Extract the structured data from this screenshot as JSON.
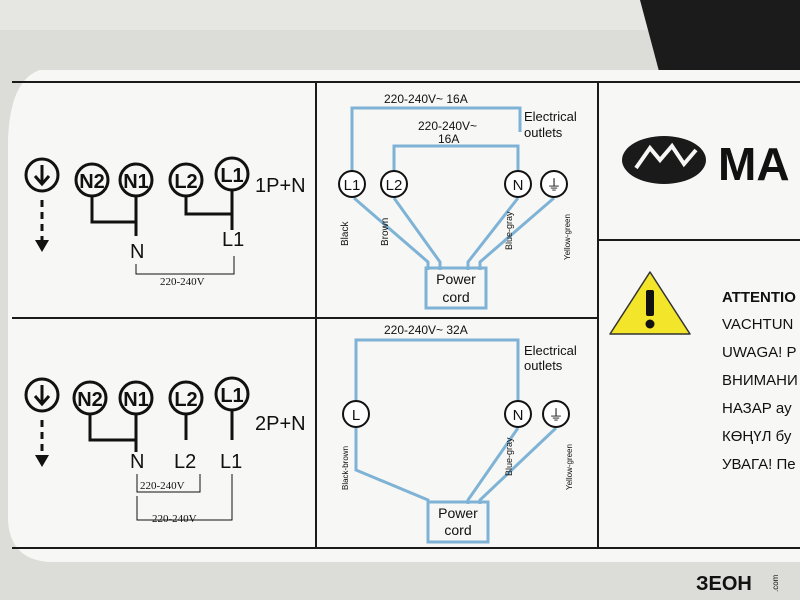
{
  "panel_1p": {
    "terminals": [
      "N2",
      "N1",
      "L2",
      "L1"
    ],
    "mode": "1P+N",
    "out_n": "N",
    "out_l": "L1",
    "voltage": "220-240V"
  },
  "panel_2p": {
    "terminals": [
      "N2",
      "N1",
      "L2",
      "L1"
    ],
    "mode": "2P+N",
    "out_n": "N",
    "out_l2": "L2",
    "out_l1": "L1",
    "voltage_a": "220-240V",
    "voltage_b": "220-240V"
  },
  "diagram_1p": {
    "rating_outer": "220-240V~ 16A",
    "rating_inner_1": "220-240V~",
    "rating_inner_2": "16A",
    "outlets_1": "Electrical",
    "outlets_2": "outlets",
    "terminals": [
      "L1",
      "L2",
      "N",
      "⏚"
    ],
    "wires": [
      "Black",
      "Brown",
      "Blue-gray",
      "Yellow-green"
    ],
    "cord_1": "Power",
    "cord_2": "cord"
  },
  "diagram_2p": {
    "rating": "220-240V~ 32A",
    "outlets_1": "Electrical",
    "outlets_2": "outlets",
    "terminals": [
      "L",
      "N",
      "⏚"
    ],
    "wires": [
      "Black-brown",
      "Blue-gray",
      "Yellow-green"
    ],
    "cord_1": "Power",
    "cord_2": "cord"
  },
  "brand": {
    "text": "MA"
  },
  "attention": {
    "lines": [
      "ATTENTIO",
      "VACHTUN",
      "UWAGA! P",
      "ВНИМАНИ",
      "НАЗАР ау",
      "КӨҢҮЛ бу",
      "УВАГА! Пе"
    ]
  },
  "watermark": {
    "text": "ЗЕОН",
    "suffix": ".com"
  },
  "colors": {
    "wire": "#7fb3d6",
    "warning": "#f2e52a",
    "label": "#f7f7f5"
  }
}
